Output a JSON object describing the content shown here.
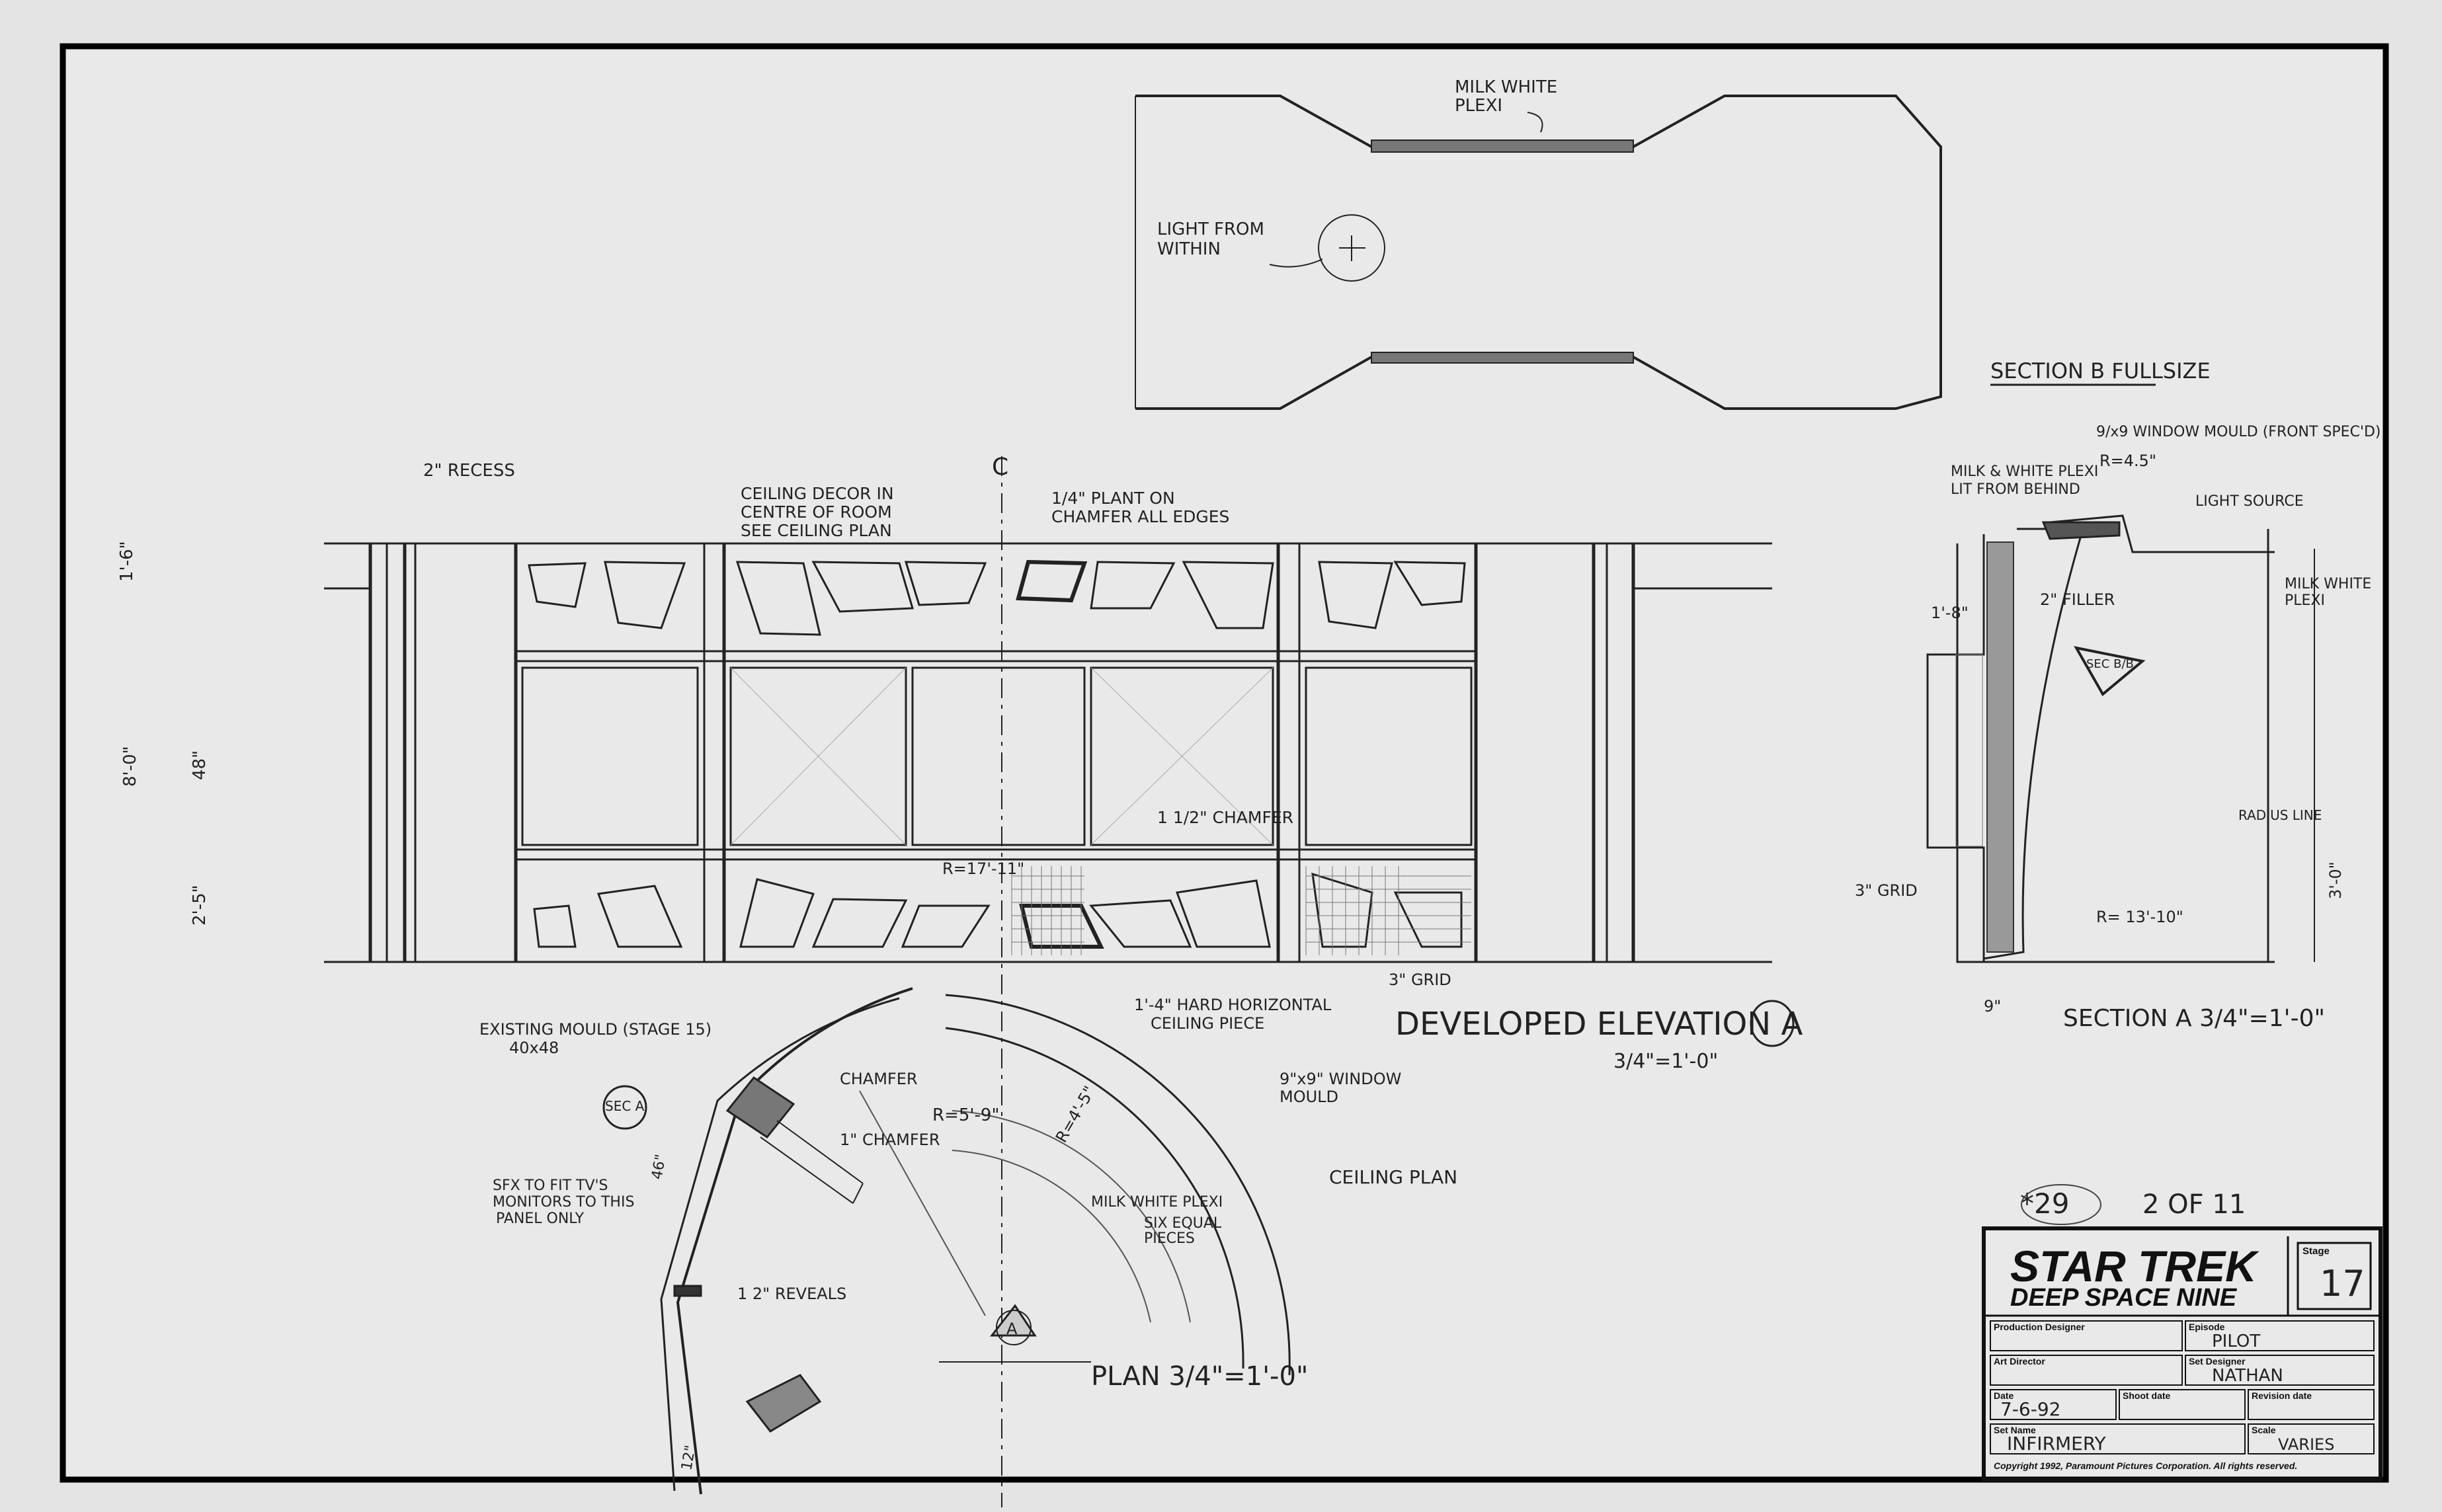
{
  "drawing": {
    "section_b": {
      "label_milk_white": "MILK WHITE",
      "label_plexi": "PLEXI",
      "label_light_from": "LIGHT FROM",
      "label_within": "WITHIN",
      "title": "SECTION B FULLSIZE"
    },
    "section_b_side": {
      "window_mould": "9/x9 WINDOW MOULD (FRONT SPEC'D)",
      "dim_4_5": "R=4.5\"",
      "milk_white_plexi": "MILK & WHITE PLEXI",
      "lit_from_behind": "LIT FROM BEHIND",
      "light_source": "LIGHT SOURCE",
      "milk_white_plexi_right_1": "MILK WHITE",
      "milk_white_plexi_right_2": "PLEXI",
      "filler": "2\" FILLER",
      "sec_tag": "SEC B/B",
      "dim_1_8": "1'-8\"",
      "radius_line": "RADIUS LINE",
      "grid_3": "3\" GRID",
      "r_13_10": "R= 13'-10\"",
      "dim_3_0": "3'-0\"",
      "dim_9": "9\"",
      "section_a_title": "SECTION A 3/4\"=1'-0\""
    },
    "elevation": {
      "recess": "2\" RECESS",
      "ceiling_decor_1": "CEILING DECOR IN",
      "ceiling_decor_2": "CENTRE OF ROOM",
      "ceiling_decor_3": "SEE CEILING PLAN",
      "centerline": "C",
      "plant_on_1": "1/4\" PLANT ON",
      "plant_on_2": "CHAMFER ALL EDGES",
      "dim_1_6": "1'-6\"",
      "dim_8_0": "8'-0\"",
      "dim_48": "48\"",
      "dim_2_5": "2'-5\"",
      "chamfer": "1 1/2\" CHAMFER",
      "r_17_11": "R=17'-11\"",
      "grid": "3\" GRID",
      "title": "DEVELOPED ELEVATION A",
      "scale": "3/4\"=1'-0\""
    },
    "plan": {
      "existing_mould_1": "EXISTING MOULD (STAGE 15)",
      "existing_mould_2": "40x48",
      "ceiling_piece_1": "1'-4\" HARD HORIZONTAL",
      "ceiling_piece_2": "CEILING PIECE",
      "chamfer": "CHAMFER",
      "chamfer_1": "1\" CHAMFER",
      "r_5_9": "R=5'-9\"",
      "r_4_5": "R=4'-5\"",
      "window_mould_1": "9\"x9\" WINDOW",
      "window_mould_2": "MOULD",
      "sec_a": "SEC A",
      "sfx_1": "SFX TO FIT TV'S",
      "sfx_2": "MONITORS TO THIS",
      "sfx_3": "PANEL ONLY",
      "ceiling_plan": "CEILING PLAN",
      "milk_white_1": "MILK WHITE PLEXI",
      "milk_white_2": "SIX EQUAL",
      "milk_white_3": "PIECES",
      "reveal": "1 2\" REVEALS",
      "marker": "A",
      "title": "PLAN 3/4\"=1'-0\"",
      "dim_46": "46\"",
      "dim_12": "12\""
    },
    "sheet_numbers": {
      "number": "*29",
      "sheet": "2 OF 11"
    }
  },
  "title_block": {
    "logo_line1": "STAR TREK",
    "logo_line2": "DEEP SPACE NINE",
    "stage_label": "Stage",
    "stage_value": "17",
    "production_designer_label": "Production Designer",
    "production_designer_value": "",
    "episode_label": "Episode",
    "episode_value": "PILOT",
    "art_director_label": "Art Director",
    "art_director_value": "",
    "set_designer_label": "Set Designer",
    "set_designer_value": "NATHAN",
    "date_label": "Date",
    "date_value": "7-6-92",
    "shoot_date_label": "Shoot date",
    "shoot_date_value": "",
    "revision_date_label": "Revision date",
    "revision_date_value": "",
    "set_name_label": "Set Name",
    "set_name_value": "INFIRMERY",
    "scale_label": "Scale",
    "scale_value": "VARIES",
    "copyright": "Copyright 1992, Paramount Pictures Corporation.  All rights reserved."
  }
}
